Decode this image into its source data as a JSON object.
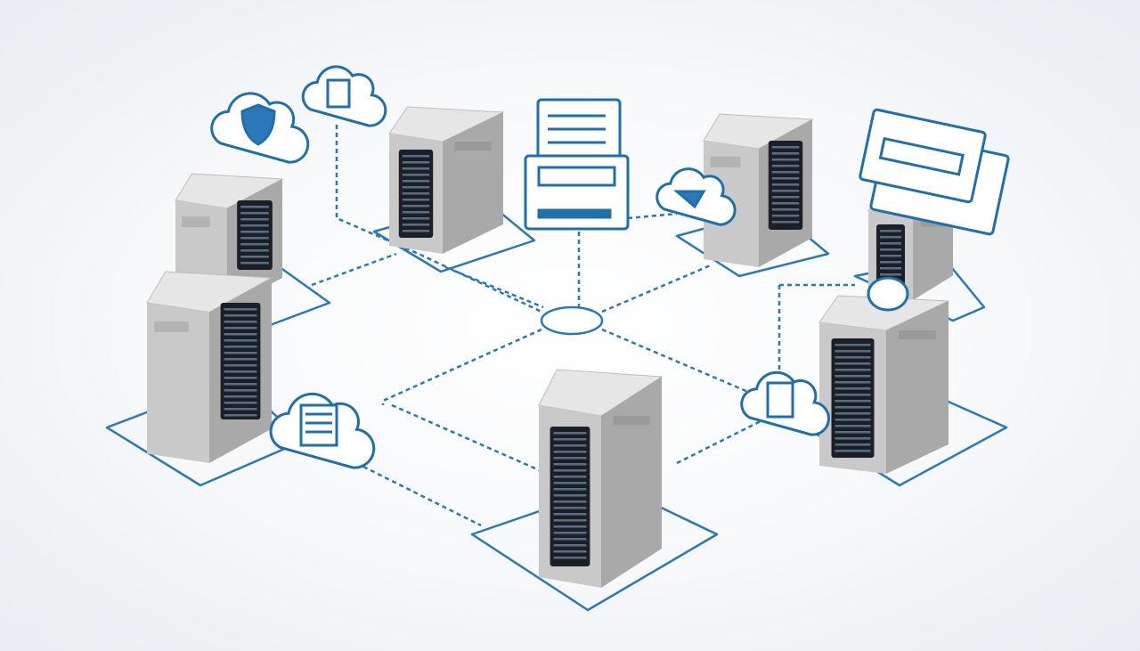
{
  "colors": {
    "accent": "#1f6fad",
    "line": "#2a78b8",
    "server_front": "#c9c9c9",
    "server_side": "#a9a9a9",
    "server_top": "#e6e6e6",
    "rack": "#1c2026"
  },
  "servers": [
    "top-left",
    "left",
    "top-center",
    "top-right",
    "right-back",
    "right",
    "bottom-center"
  ],
  "icons": [
    "shield-cloud",
    "server-cloud",
    "document-panel",
    "printer-panel",
    "tool-cloud",
    "monitor-panel",
    "document-cloud",
    "device-cloud",
    "link-badge"
  ]
}
